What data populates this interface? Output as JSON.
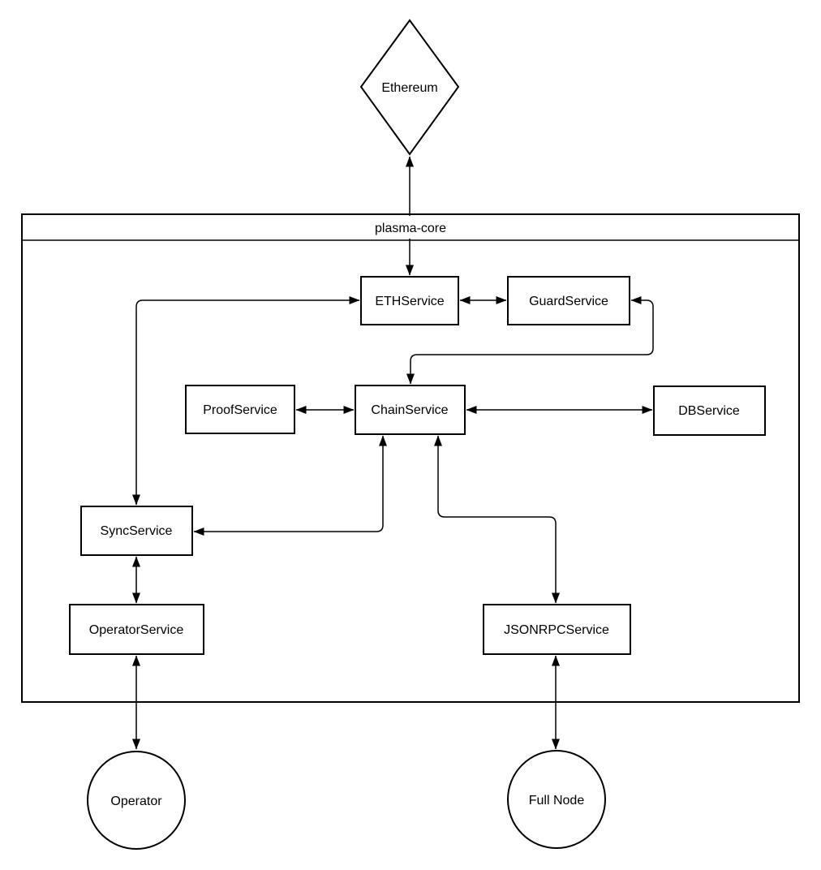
{
  "diagram": {
    "frame_title": "plasma-core",
    "nodes": {
      "ethereum": {
        "label": "Ethereum",
        "shape": "diamond"
      },
      "eth_service": {
        "label": "ETHService",
        "shape": "rectangle"
      },
      "guard_service": {
        "label": "GuardService",
        "shape": "rectangle"
      },
      "proof_service": {
        "label": "ProofService",
        "shape": "rectangle"
      },
      "chain_service": {
        "label": "ChainService",
        "shape": "rectangle"
      },
      "db_service": {
        "label": "DBService",
        "shape": "rectangle"
      },
      "sync_service": {
        "label": "SyncService",
        "shape": "rectangle"
      },
      "operator_service": {
        "label": "OperatorService",
        "shape": "rectangle"
      },
      "jsonrpc_service": {
        "label": "JSONRPCService",
        "shape": "rectangle"
      },
      "operator": {
        "label": "Operator",
        "shape": "circle"
      },
      "full_node": {
        "label": "Full Node",
        "shape": "circle"
      }
    },
    "edges": [
      {
        "from": "Ethereum",
        "to": "ETHService",
        "direction": "both"
      },
      {
        "from": "ETHService",
        "to": "GuardService",
        "direction": "both"
      },
      {
        "from": "GuardService",
        "to": "ChainService",
        "direction": "both"
      },
      {
        "from": "ProofService",
        "to": "ChainService",
        "direction": "both"
      },
      {
        "from": "ChainService",
        "to": "DBService",
        "direction": "both"
      },
      {
        "from": "ETHService",
        "to": "SyncService",
        "direction": "both"
      },
      {
        "from": "ChainService",
        "to": "SyncService",
        "direction": "both"
      },
      {
        "from": "ChainService",
        "to": "JSONRPCService",
        "direction": "both"
      },
      {
        "from": "SyncService",
        "to": "OperatorService",
        "direction": "both"
      },
      {
        "from": "OperatorService",
        "to": "Operator",
        "direction": "both"
      },
      {
        "from": "JSONRPCService",
        "to": "Full Node",
        "direction": "both"
      }
    ],
    "colors": {
      "stroke": "#000000",
      "node_fill": "#ffffff",
      "background": "#ffffff"
    }
  }
}
